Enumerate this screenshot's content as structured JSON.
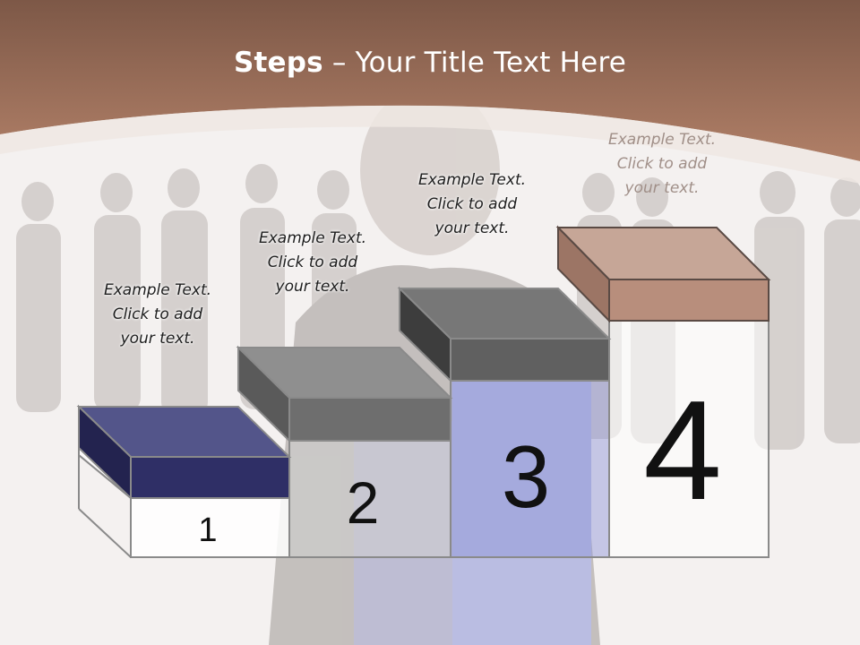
{
  "slide": {
    "title_bold": "Steps",
    "title_rest": " – Your Title Text Here",
    "steps": [
      {
        "number": "1",
        "caption_line1": "Example Text.",
        "caption_line2": "Click  to add",
        "caption_line3": "your text."
      },
      {
        "number": "2",
        "caption_line1": "Example Text.",
        "caption_line2": "Click  to add",
        "caption_line3": "your text."
      },
      {
        "number": "3",
        "caption_line1": "Example Text.",
        "caption_line2": "Click  to add",
        "caption_line3": "your text."
      },
      {
        "number": "4",
        "caption_line1": "Example Text.",
        "caption_line2": "Click  to add",
        "caption_line3": "your text."
      }
    ]
  },
  "colors": {
    "header_brown": "#a8765f",
    "step1_lid": "#2f2f66",
    "step2_lid": "#6e6e6e",
    "step3_lid": "#606060",
    "step4_lid": "#b88e7c"
  }
}
